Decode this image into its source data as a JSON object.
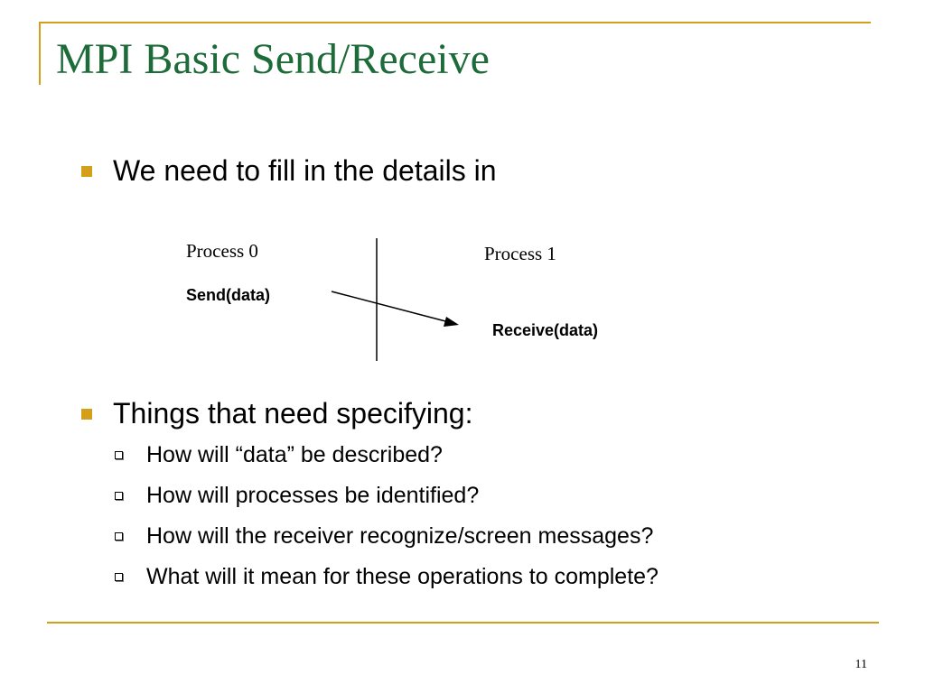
{
  "slide": {
    "title": "MPI Basic Send/Receive",
    "page_number": "11"
  },
  "bullets": [
    {
      "text": "We need to fill in the details in"
    },
    {
      "text": "Things that need specifying:"
    }
  ],
  "sub_bullets": [
    {
      "text": "How will “data” be described?"
    },
    {
      "text": "How will processes be identified?"
    },
    {
      "text": "How will the receiver recognize/screen messages?"
    },
    {
      "text": "What will it mean for these operations to complete?"
    }
  ],
  "diagram": {
    "process0_label": "Process 0",
    "process1_label": "Process 1",
    "send_label": "Send(data)",
    "receive_label": "Receive(data)"
  },
  "colors": {
    "title": "#1E6B3A",
    "accent_rule": "#D4A019",
    "bullet": "#D4A019",
    "text": "#000000"
  }
}
